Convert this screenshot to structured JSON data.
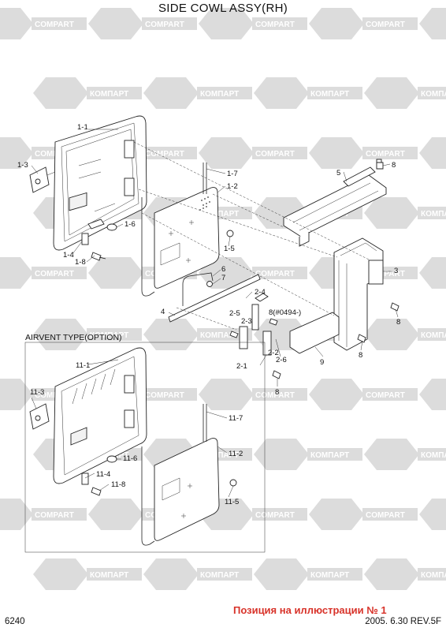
{
  "title": "SIDE COWL ASSY(RH)",
  "subtitle": "AIRVENT TYPE(OPTION)",
  "footer": {
    "page_number": "6240",
    "date_rev": "2005. 6.30  REV.5F",
    "position_note": "Позиция на иллюстрации № 1"
  },
  "watermark": {
    "brand_latin": "COMPART",
    "brand_cyrillic": "КОМПАРТ",
    "color": "#dcdcdc"
  },
  "callouts": [
    {
      "id": "1-1",
      "text": "1-1"
    },
    {
      "id": "1-3",
      "text": "1-3"
    },
    {
      "id": "1-7",
      "text": "1-7"
    },
    {
      "id": "1-2",
      "text": "1-2"
    },
    {
      "id": "1-6",
      "text": "1-6"
    },
    {
      "id": "1-5",
      "text": "1-5"
    },
    {
      "id": "1-4",
      "text": "1-4"
    },
    {
      "id": "1-8",
      "text": "1-8"
    },
    {
      "id": "6",
      "text": "6"
    },
    {
      "id": "7",
      "text": "7"
    },
    {
      "id": "4",
      "text": "4"
    },
    {
      "id": "2-4",
      "text": "2-4"
    },
    {
      "id": "8a",
      "text": "8"
    },
    {
      "id": "5",
      "text": "5"
    },
    {
      "id": "3",
      "text": "3"
    },
    {
      "id": "8b",
      "text": "8"
    },
    {
      "id": "8c",
      "text": "8(#0494-)"
    },
    {
      "id": "2-5",
      "text": "2-5"
    },
    {
      "id": "2-3",
      "text": "2-3"
    },
    {
      "id": "2-2",
      "text": "2-2"
    },
    {
      "id": "2-6",
      "text": "2-6"
    },
    {
      "id": "2-1",
      "text": "2-1"
    },
    {
      "id": "9",
      "text": "9"
    },
    {
      "id": "8d",
      "text": "8"
    },
    {
      "id": "8e",
      "text": "8"
    },
    {
      "id": "11-1",
      "text": "11-1"
    },
    {
      "id": "11-3",
      "text": "11-3"
    },
    {
      "id": "11-7",
      "text": "11-7"
    },
    {
      "id": "11-2",
      "text": "11-2"
    },
    {
      "id": "11-6",
      "text": "11-6"
    },
    {
      "id": "11-4",
      "text": "11-4"
    },
    {
      "id": "11-8",
      "text": "11-8"
    },
    {
      "id": "11-5",
      "text": "11-5"
    }
  ]
}
